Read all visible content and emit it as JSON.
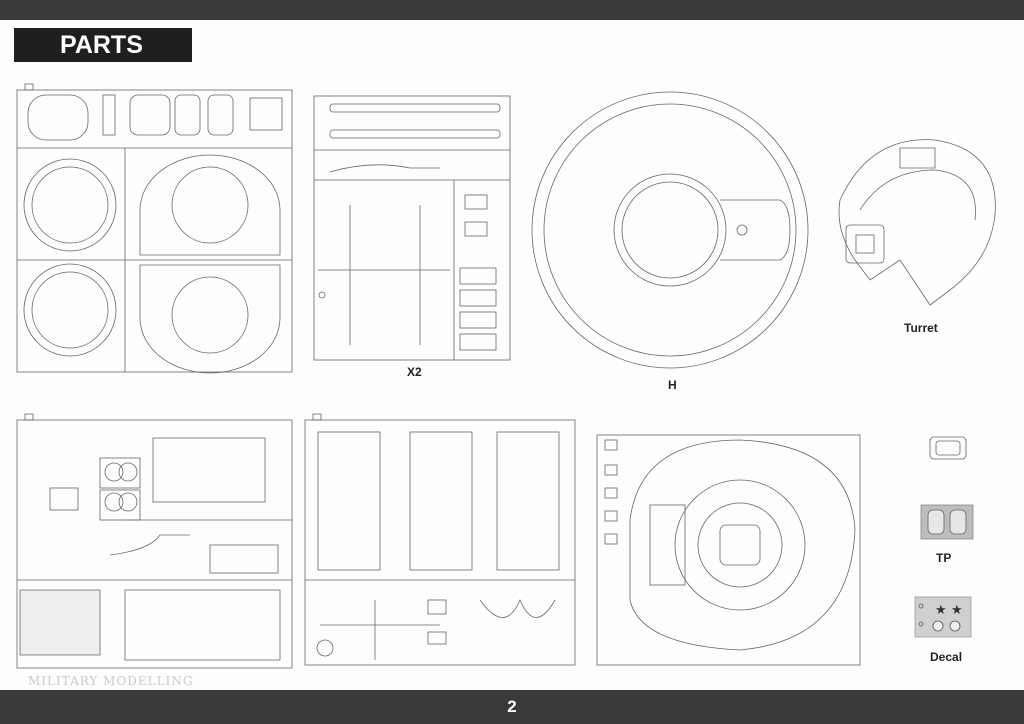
{
  "header": {
    "title": "PARTS"
  },
  "sprues": {
    "x2_label": "X2",
    "h_label": "H",
    "turret_label": "Turret",
    "tp_label": "TP",
    "decal_label": "Decal"
  },
  "watermark": {
    "text": "MILITARY MODELLING"
  },
  "footer": {
    "page_number": "2"
  }
}
